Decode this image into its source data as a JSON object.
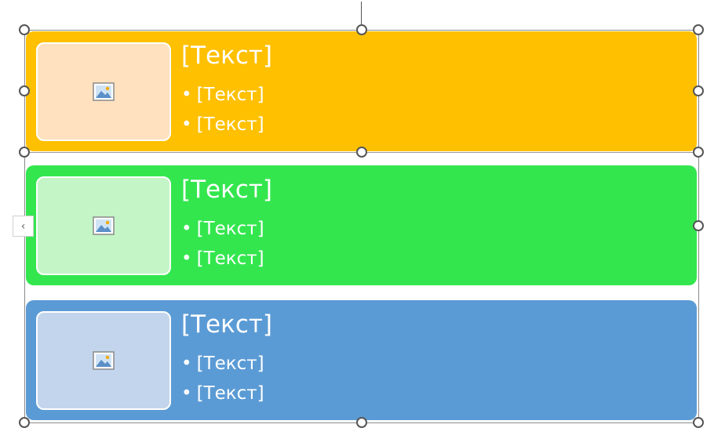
{
  "colors": {
    "row1_bg": "#FFC000",
    "row1_thumb": "#FFE1BF",
    "row2_bg": "#33E64E",
    "row2_thumb": "#C3F5C7",
    "row3_bg": "#5B9BD5",
    "row3_thumb": "#C3D5EC"
  },
  "rows": [
    {
      "title": "[Текст]",
      "bullets": [
        "[Текст]",
        "[Текст]"
      ],
      "icon": "picture-placeholder-icon"
    },
    {
      "title": "[Текст]",
      "bullets": [
        "[Текст]",
        "[Текст]"
      ],
      "icon": "picture-placeholder-icon"
    },
    {
      "title": "[Текст]",
      "bullets": [
        "[Текст]",
        "[Текст]"
      ],
      "icon": "picture-placeholder-icon"
    }
  ],
  "text_pane_toggle": {
    "icon": "chevron-left-icon",
    "glyph": "‹"
  }
}
